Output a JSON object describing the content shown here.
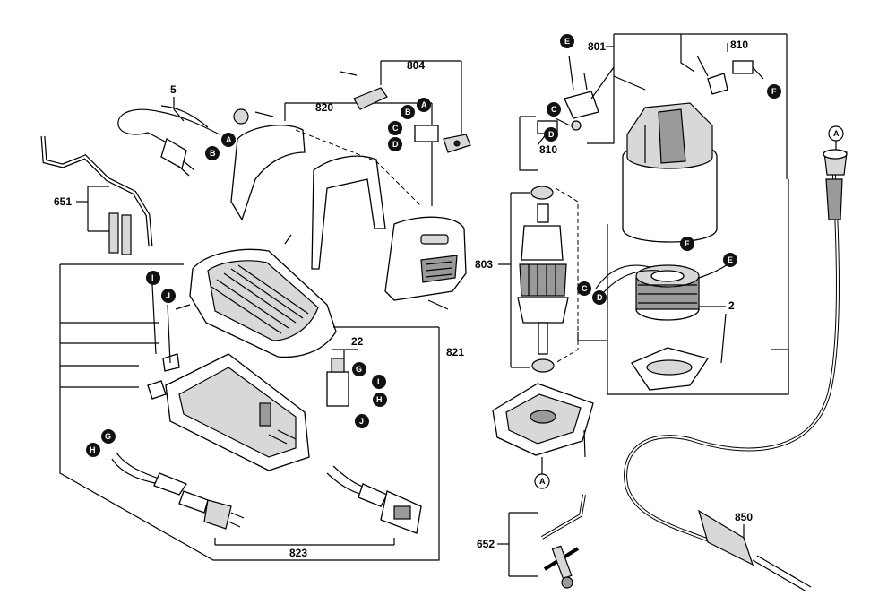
{
  "parts": {
    "p5": "5",
    "p651": "651",
    "p820": "820",
    "p804": "804",
    "p821": "821",
    "p22": "22",
    "p823": "823",
    "p801": "801",
    "p810a": "810",
    "p810b": "810",
    "p803": "803",
    "p2": "2",
    "p652": "652",
    "p850": "850"
  },
  "connectors": {
    "A": "A",
    "B": "B",
    "C": "C",
    "D": "D",
    "E": "E",
    "F": "F",
    "G": "G",
    "H": "H",
    "I": "I",
    "J": "J"
  }
}
